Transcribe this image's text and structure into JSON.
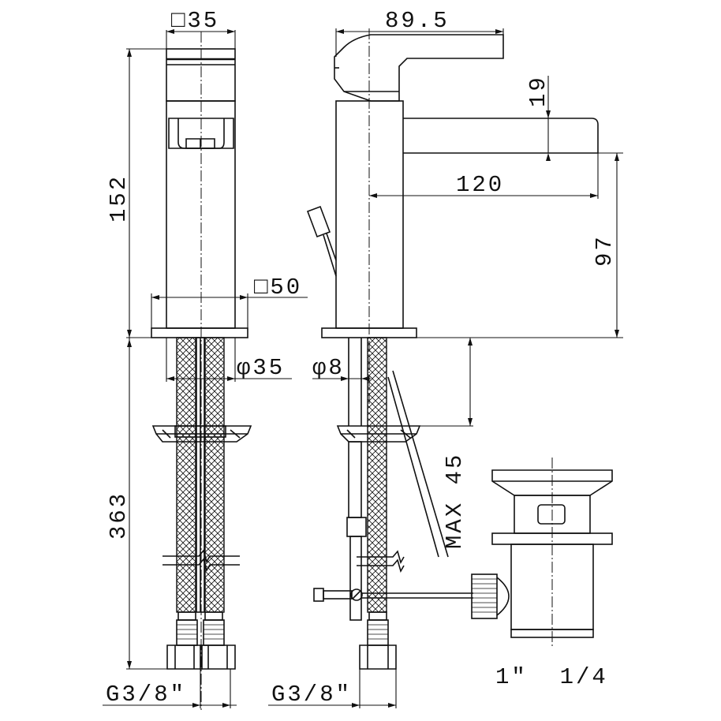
{
  "dimensions": {
    "body_square": "□35",
    "total_width": "89.5",
    "total_height": "152",
    "lever_height": "19",
    "spout_reach": "120",
    "spout_height": "97",
    "base_square": "□50",
    "hole_diameter": "φ35",
    "rod_diameter": "φ8",
    "max_deck": "MAX 45",
    "hose_length": "363",
    "hose_thread_left": "G3/8\"",
    "hose_thread_right": "G3/8\"",
    "waste_thread": "1\"  1/4"
  }
}
